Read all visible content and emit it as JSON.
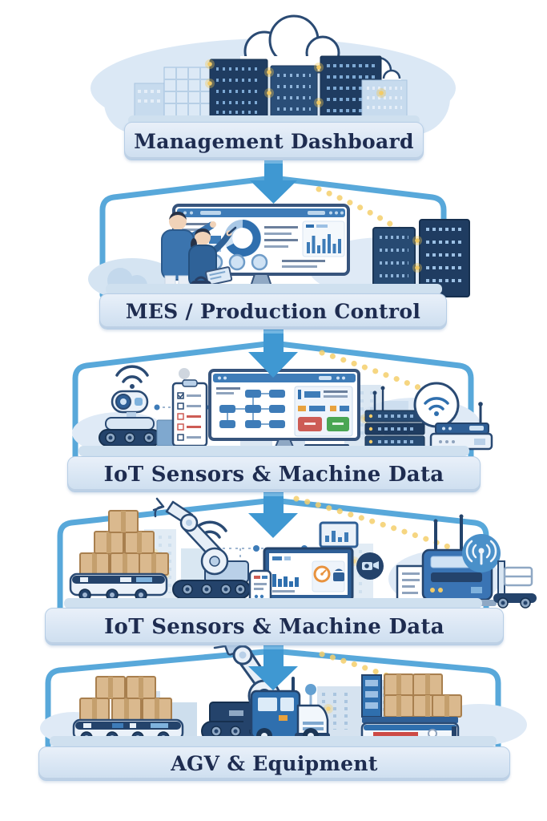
{
  "diagram": {
    "kind": "vertical-hierarchy-infographic",
    "flow_direction": "top-to-bottom",
    "connector_arrows": 4
  },
  "layers": [
    {
      "label": "Management Dashboard",
      "icons": [
        "cloud-icon",
        "office-building",
        "server-towers",
        "status-lights"
      ]
    },
    {
      "label": "MES / Production Control",
      "icons": [
        "operators",
        "dashboard-monitor",
        "donut-chart",
        "bar-chart",
        "gauge-circles",
        "server-racks"
      ]
    },
    {
      "label": "IoT Sensors & Machine Data",
      "icons": [
        "camera-robot",
        "wifi-signal-icon",
        "checklist-clipboard",
        "flowchart-monitor",
        "stop-button",
        "start-button",
        "network-switches",
        "router",
        "wifi-badge"
      ]
    },
    {
      "label": "IoT Sensors & Machine Data",
      "icons": [
        "agv-with-boxes",
        "tracked-robot-arm",
        "wifi-signal-icon",
        "metrics-monitor",
        "gauge-icon",
        "smartphone",
        "mini-display",
        "camera-badge",
        "document",
        "industrial-router",
        "broadcast-badge",
        "pallet-cart"
      ]
    },
    {
      "label": "AGV & Equipment",
      "icons": [
        "agv-with-boxes",
        "tracked-robot-arm",
        "delivery-truck",
        "agv-cart-with-boxes",
        "factory-skyline"
      ]
    }
  ],
  "colors": {
    "background": "#ffffff",
    "accent_blue_arrow": "#3f98d2",
    "accent_blue_bracket": "#58a8da",
    "banner_bg": "#d9e6f4",
    "banner_text": "#1e2c50",
    "navy": "#1f3c61",
    "mid_blue": "#3e7cb8",
    "light_blue": "#cfe2f4",
    "highlight_yellow": "#f2cb67",
    "alert_red": "#cd5c55",
    "success_green": "#4aa653",
    "cardboard_tan": "#dab98e"
  }
}
